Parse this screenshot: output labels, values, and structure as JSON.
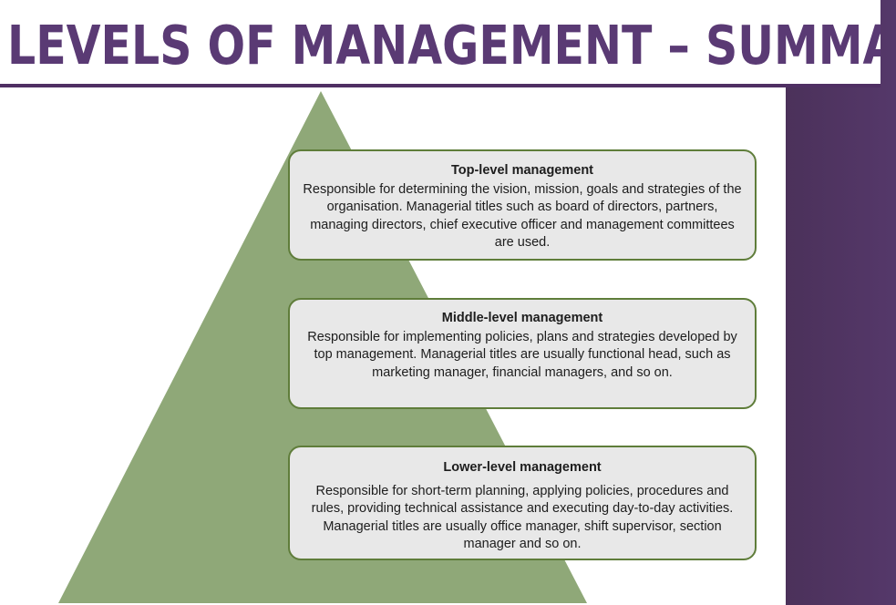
{
  "slide": {
    "title": "LEVELS OF MANAGEMENT – SUMMARY"
  },
  "colors": {
    "accent_purple": "#4a3259",
    "title_purple": "#5a3a74",
    "pyramid_green": "#8fa878",
    "box_border_green": "#5f7d3a",
    "box_fill": "#e8e8e8"
  },
  "levels": [
    {
      "title": "Top-level management",
      "body": "Responsible for determining the vision, mission, goals and strategies of the organisation. Managerial titles such as board of directors, partners, managing directors, chief executive officer and management committees are used."
    },
    {
      "title": "Middle-level management",
      "body": "Responsible for implementing policies, plans and  strategies developed by top management. Managerial titles are  usually functional head, such as marketing manager, financial managers, and so on."
    },
    {
      "title": "Lower-level management",
      "body": "Responsible for short-term planning, applying policies, procedures and rules, providing technical assistance and executing day-to-day activities. Managerial titles are usually office manager, shift supervisor, section manager and so on."
    }
  ]
}
